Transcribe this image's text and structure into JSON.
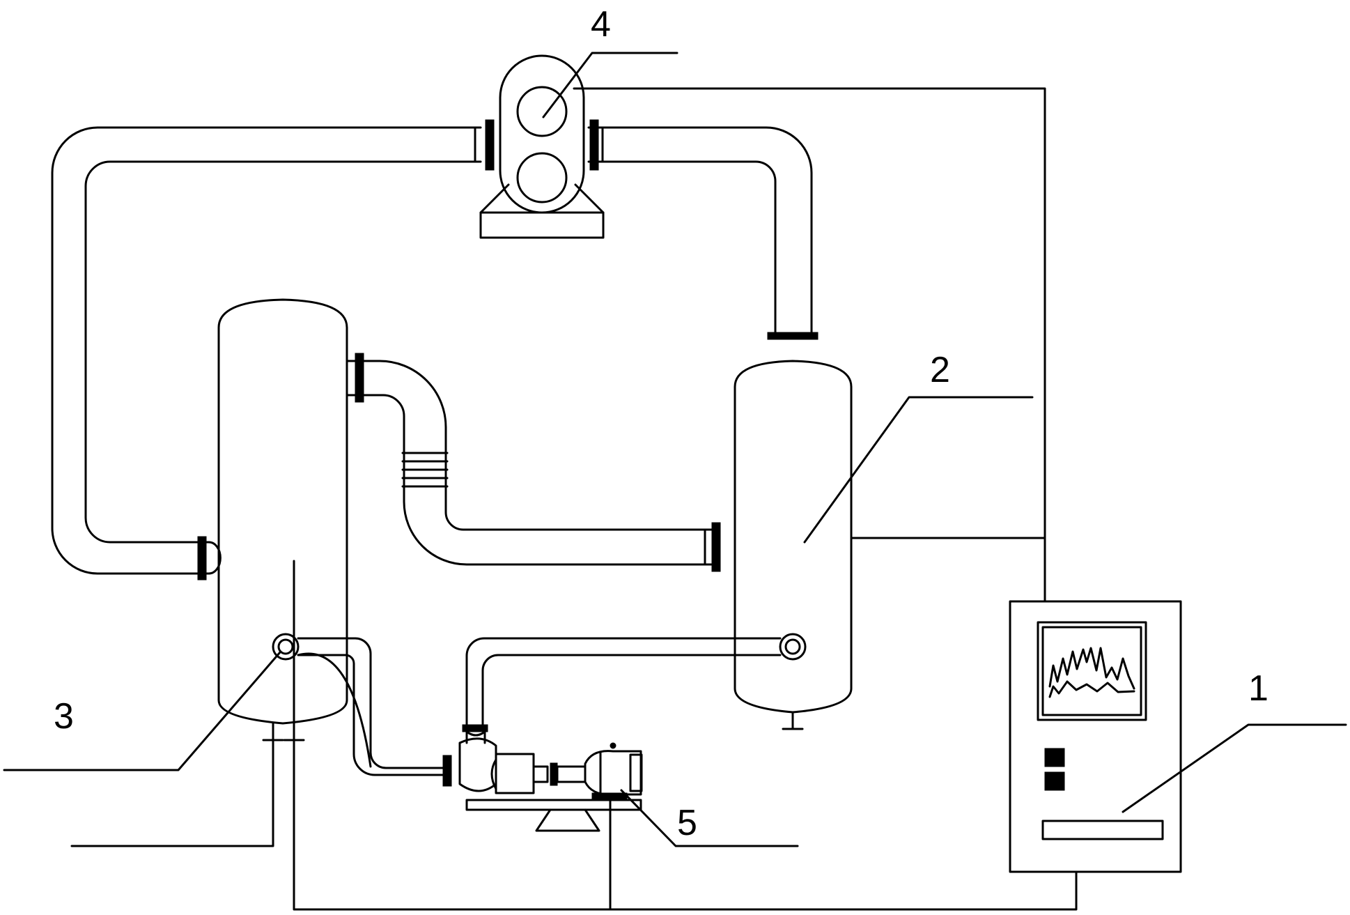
{
  "labels": {
    "controller": "1",
    "vessel_right": "2",
    "vessel_left": "3",
    "blower": "4",
    "pump": "5"
  }
}
